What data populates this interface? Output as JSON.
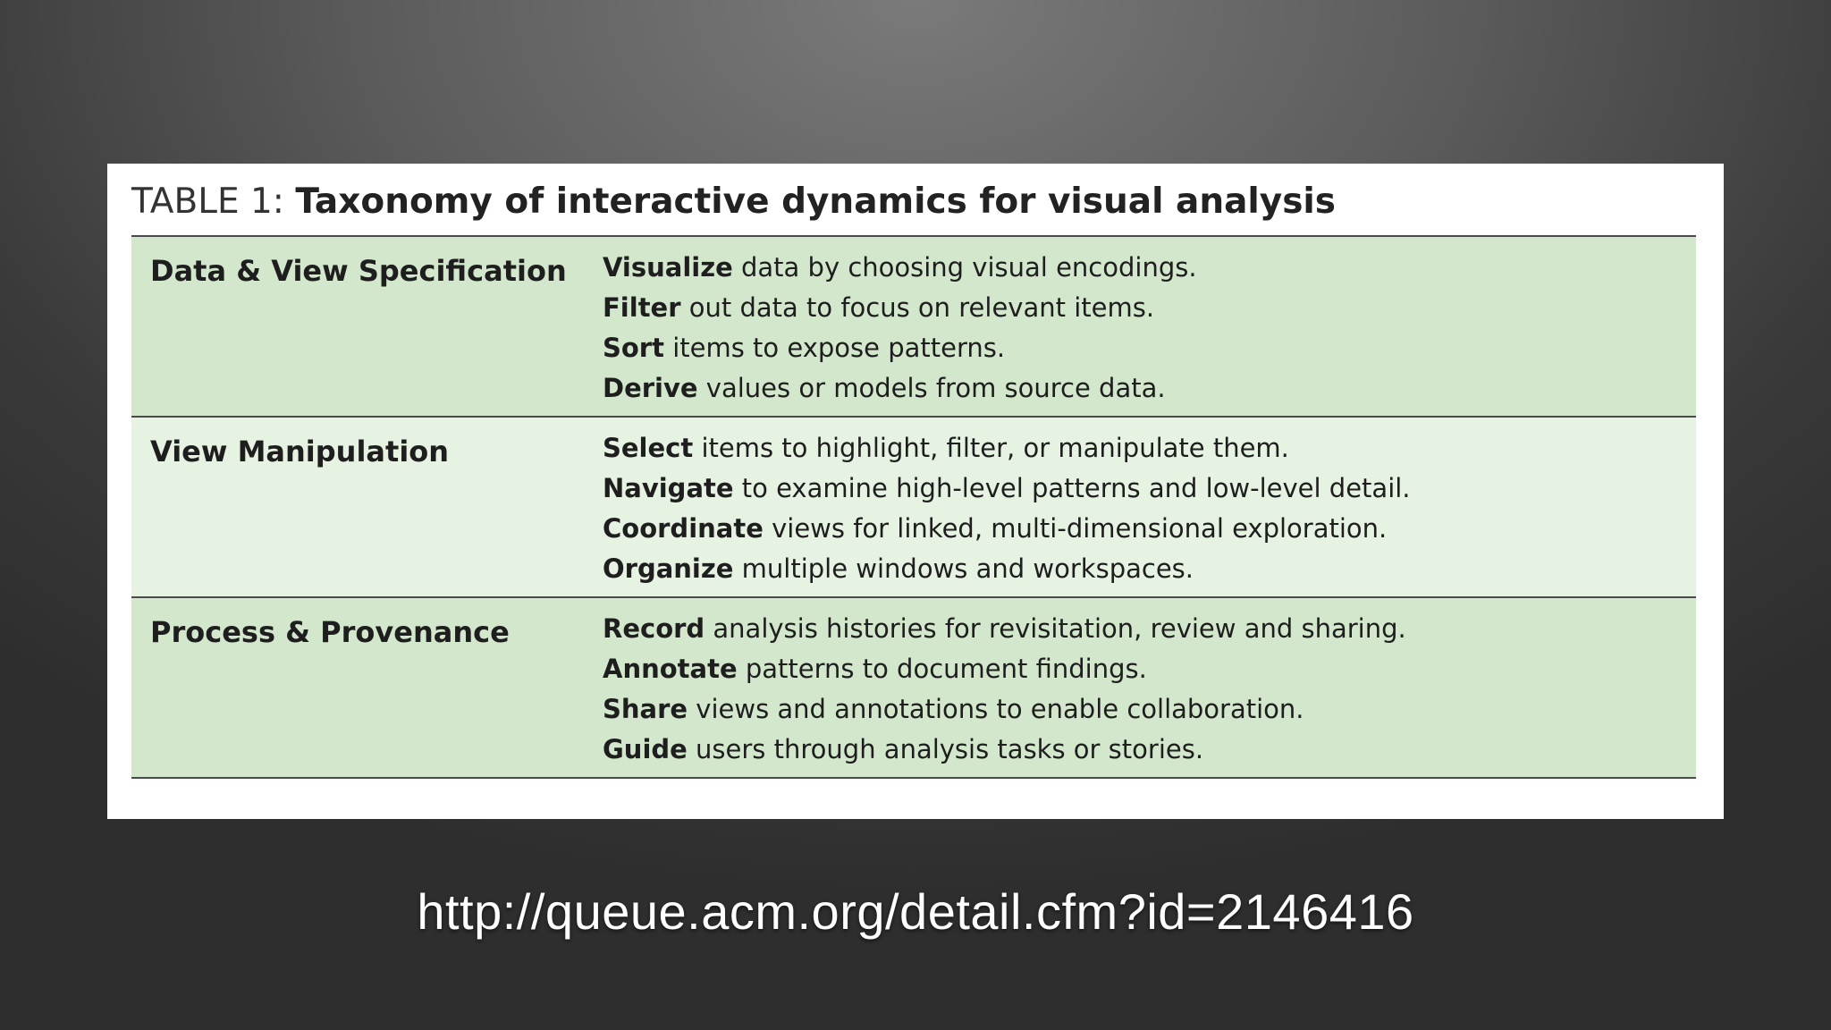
{
  "table": {
    "caption_label": "TABLE 1:",
    "caption_title": "Taxonomy of interactive dynamics for visual analysis",
    "rows": [
      {
        "category": "Data & View Specification",
        "items": [
          {
            "verb": "Visualize",
            "rest": "data by choosing visual encodings."
          },
          {
            "verb": "Filter",
            "rest": "out data to focus on relevant items."
          },
          {
            "verb": "Sort",
            "rest": "items to expose patterns."
          },
          {
            "verb": "Derive",
            "rest": "values or models from source data."
          }
        ]
      },
      {
        "category": "View Manipulation",
        "items": [
          {
            "verb": "Select",
            "rest": "items to highlight, filter, or manipulate them."
          },
          {
            "verb": "Navigate",
            "rest": "to examine high-level patterns and low-level detail."
          },
          {
            "verb": "Coordinate",
            "rest": "views for linked, multi-dimensional exploration."
          },
          {
            "verb": "Organize",
            "rest": "multiple windows and workspaces."
          }
        ]
      },
      {
        "category": "Process & Provenance",
        "items": [
          {
            "verb": "Record",
            "rest": "analysis histories for revisitation, review and sharing."
          },
          {
            "verb": "Annotate",
            "rest": "patterns to document findings."
          },
          {
            "verb": "Share",
            "rest": "views and annotations to enable collaboration."
          },
          {
            "verb": "Guide",
            "rest": "users through analysis tasks or stories."
          }
        ]
      }
    ],
    "colors": {
      "row_shade_a": "#d3e7cc",
      "row_shade_b": "#e6f2e2",
      "rule": "#4a4a4a"
    }
  },
  "source": {
    "url_text": "http://queue.acm.org/detail.cfm?id=2146416"
  }
}
